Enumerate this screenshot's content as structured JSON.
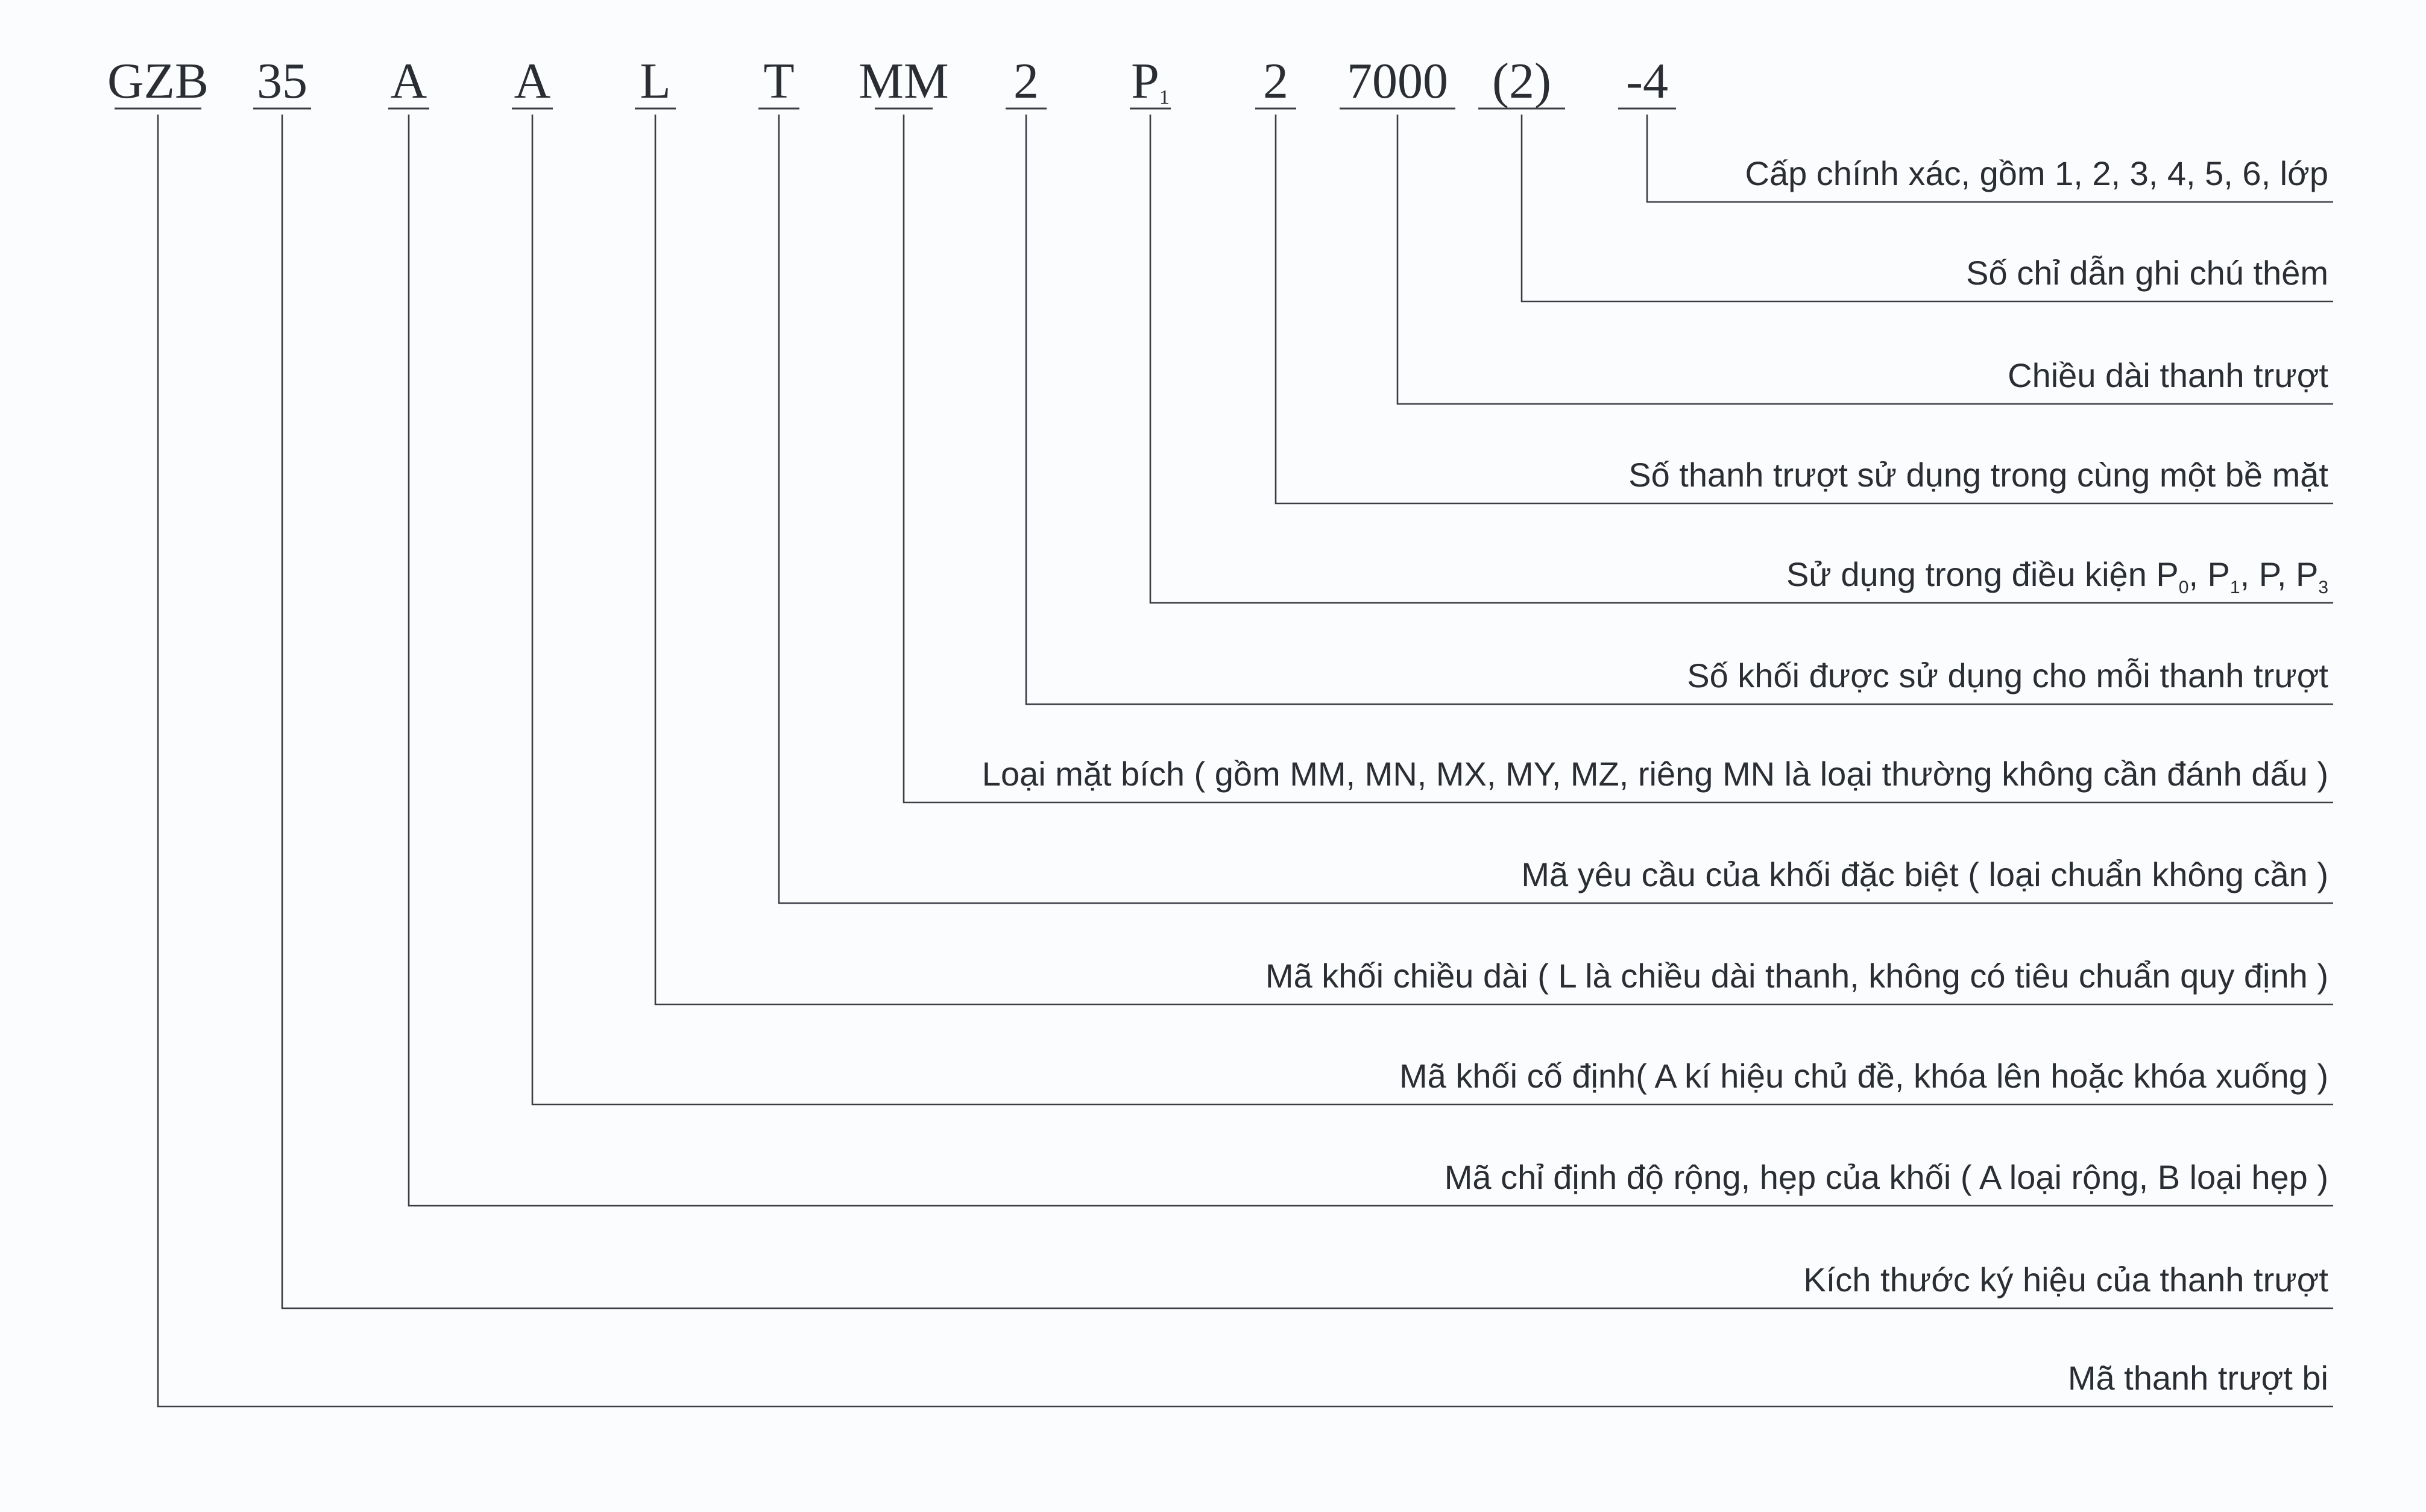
{
  "codes": [
    {
      "text": "GZB"
    },
    {
      "text": "35"
    },
    {
      "text": "A"
    },
    {
      "text": "A"
    },
    {
      "text": "L"
    },
    {
      "text": "T"
    },
    {
      "text": "MM"
    },
    {
      "text": "2"
    },
    {
      "text": "P",
      "sub": "1"
    },
    {
      "text": "2"
    },
    {
      "text": "7000"
    },
    {
      "text": "(2)"
    },
    {
      "text": "-4"
    }
  ],
  "descriptions": [
    {
      "text": "Mã thanh trượt bi"
    },
    {
      "text": "Kích thước ký hiệu của thanh trượt"
    },
    {
      "text": "Mã chỉ định độ rộng, hẹp của khối ( A loại rộng, B loại hẹp )"
    },
    {
      "text": "Mã khối cố định( A kí hiệu chủ đề, khóa lên hoặc khóa xuống )"
    },
    {
      "text": "Mã khối chiều dài ( L là chiều dài thanh, không có tiêu chuẩn quy định )"
    },
    {
      "text": "Mã yêu cầu của khối đặc biệt ( loại chuẩn không cần )"
    },
    {
      "text": "Loại mặt bích ( gồm MM, MN, MX, MY, MZ, riêng MN là loại thường không cần đánh dấu )"
    },
    {
      "text": "Số khối được sử dụng cho mỗi thanh trượt"
    },
    {
      "parts": [
        {
          "t": "Sử dụng trong điều kiện P"
        },
        {
          "t": "0",
          "sub": true
        },
        {
          "t": ", P"
        },
        {
          "t": "1",
          "sub": true
        },
        {
          "t": ", P, P"
        },
        {
          "t": "3",
          "sub": true
        }
      ]
    },
    {
      "text": "Số thanh trượt sử dụng trong cùng một bề mặt"
    },
    {
      "text": "Chiều dài thanh trượt"
    },
    {
      "text": "Số chỉ dẫn ghi chú thêm"
    },
    {
      "text": "Cấp chính xác, gồm 1, 2, 3, 4, 5, 6, lớp"
    }
  ]
}
